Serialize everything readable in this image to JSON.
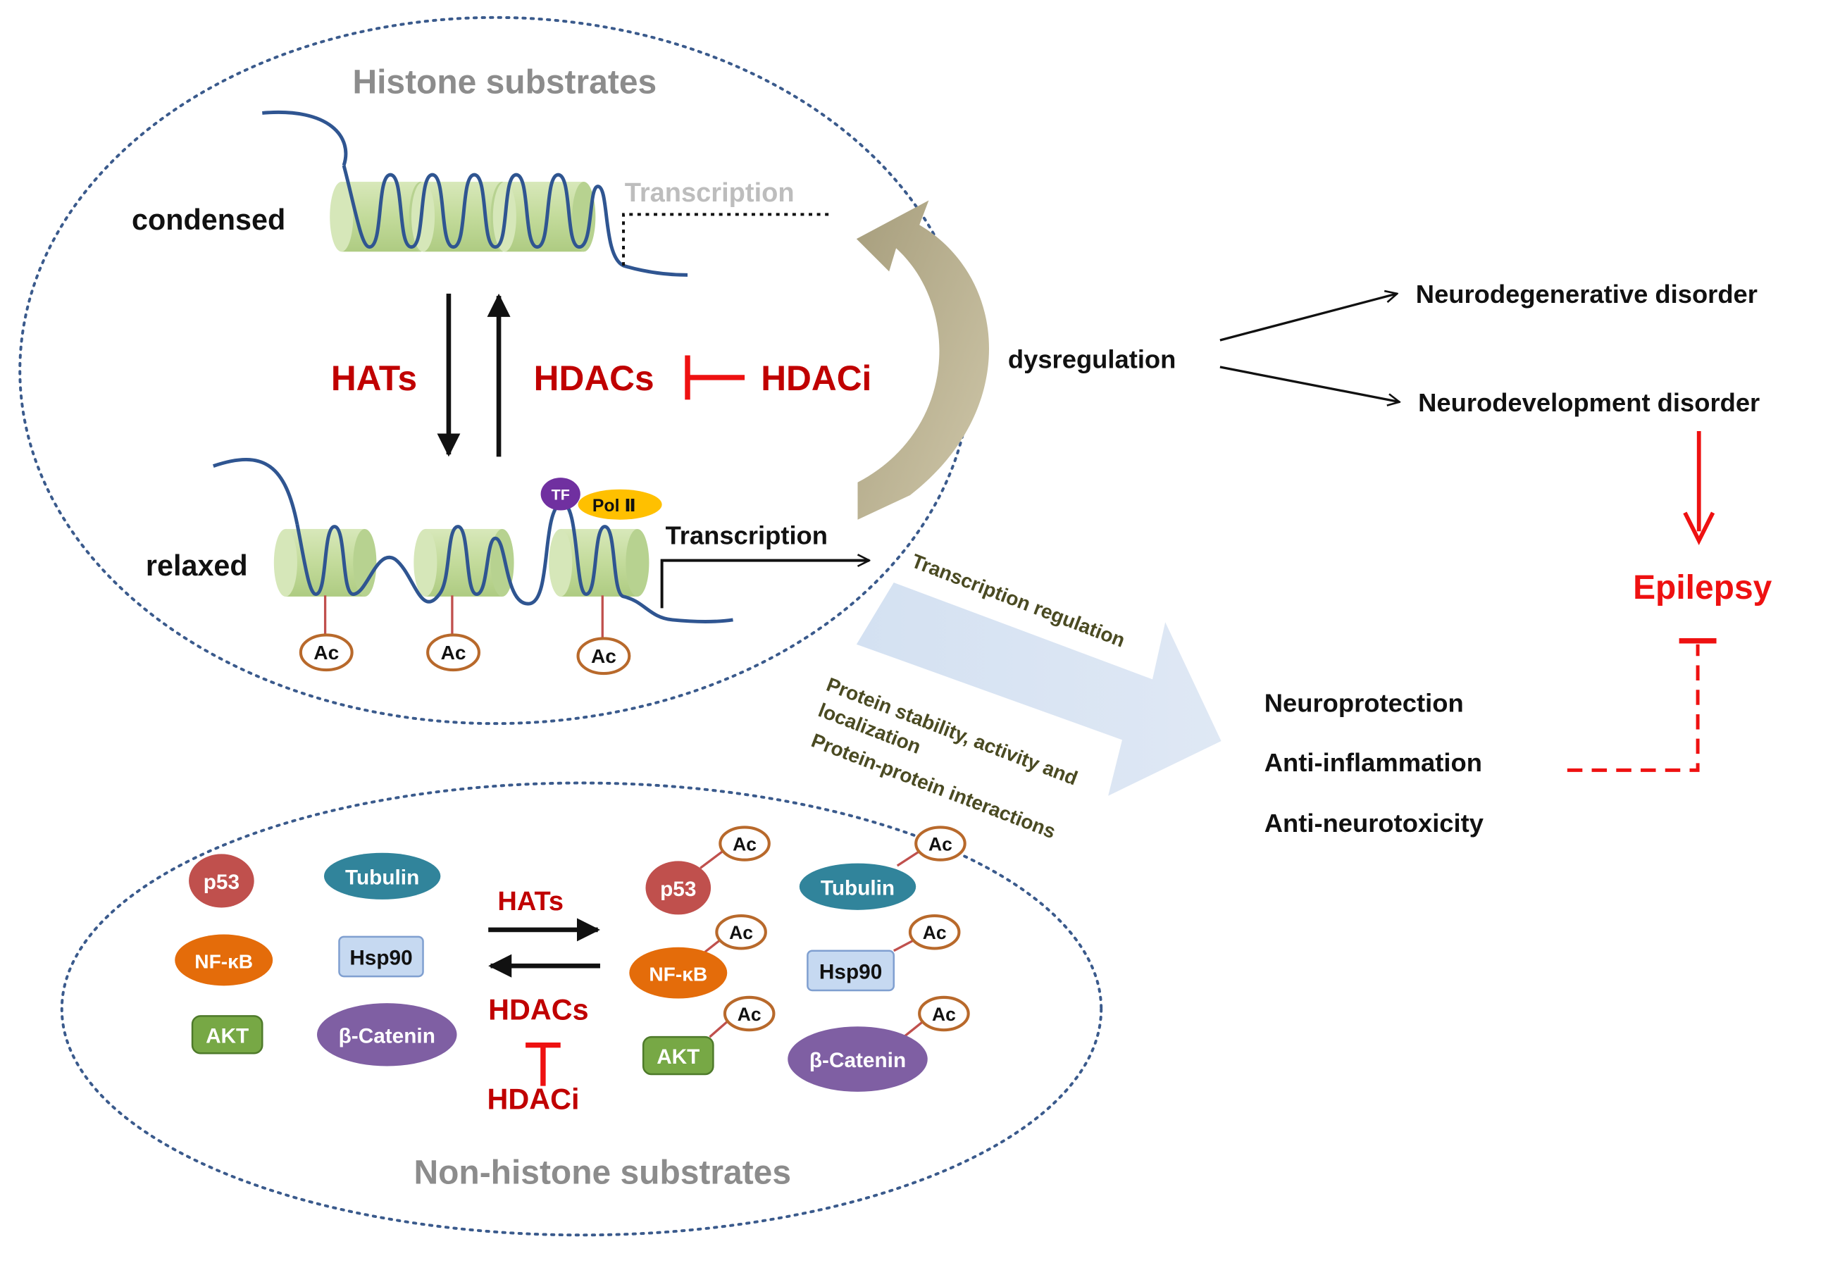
{
  "histone": {
    "title": "Histone substrates",
    "condensed_label": "condensed",
    "relaxed_label": "relaxed",
    "transcription_off": "Transcription",
    "transcription_on": "Transcription",
    "hats": "HATs",
    "hdacs": "HDACs",
    "hdaci": "HDACi",
    "tf": "TF",
    "pol2": "Pol Ⅱ",
    "ac": "Ac"
  },
  "dysregulation": "dysregulation",
  "disorders": {
    "neurodegenerative": "Neurodegenerative disorder",
    "neurodevelopment": "Neurodevelopment disorder",
    "epilepsy": "Epilepsy"
  },
  "regulation": {
    "transcription_regulation": "Transcription regulation",
    "line1": "Protein stability, activity and",
    "line2": "localization",
    "line3": "Protein-protein interactions"
  },
  "effects": [
    "Neuroprotection",
    "Anti-inflammation",
    "Anti-neurotoxicity"
  ],
  "nonhistone": {
    "title": "Non-histone substrates",
    "hats": "HATs",
    "hdacs": "HDACs",
    "hdaci": "HDACi",
    "ac": "Ac",
    "proteins": {
      "p53": "p53",
      "tubulin": "Tubulin",
      "nfkb": "NF-κB",
      "hsp90": "Hsp90",
      "akt": "AKT",
      "catenin": "β-Catenin"
    }
  },
  "colors": {
    "dna": "#2f5591",
    "nucleosome": "#c5dd9f",
    "red": "#c00000",
    "bright_red": "#ee1111",
    "ac_ring": "#b8692b",
    "p53": "#c0504d",
    "tubulin": "#31849b",
    "nfkb": "#e46c0a",
    "hsp90": "#c6d9f1",
    "akt": "#77a845",
    "catenin": "#7f5fa3",
    "tf": "#7030a0",
    "pol2": "#ffc000"
  }
}
